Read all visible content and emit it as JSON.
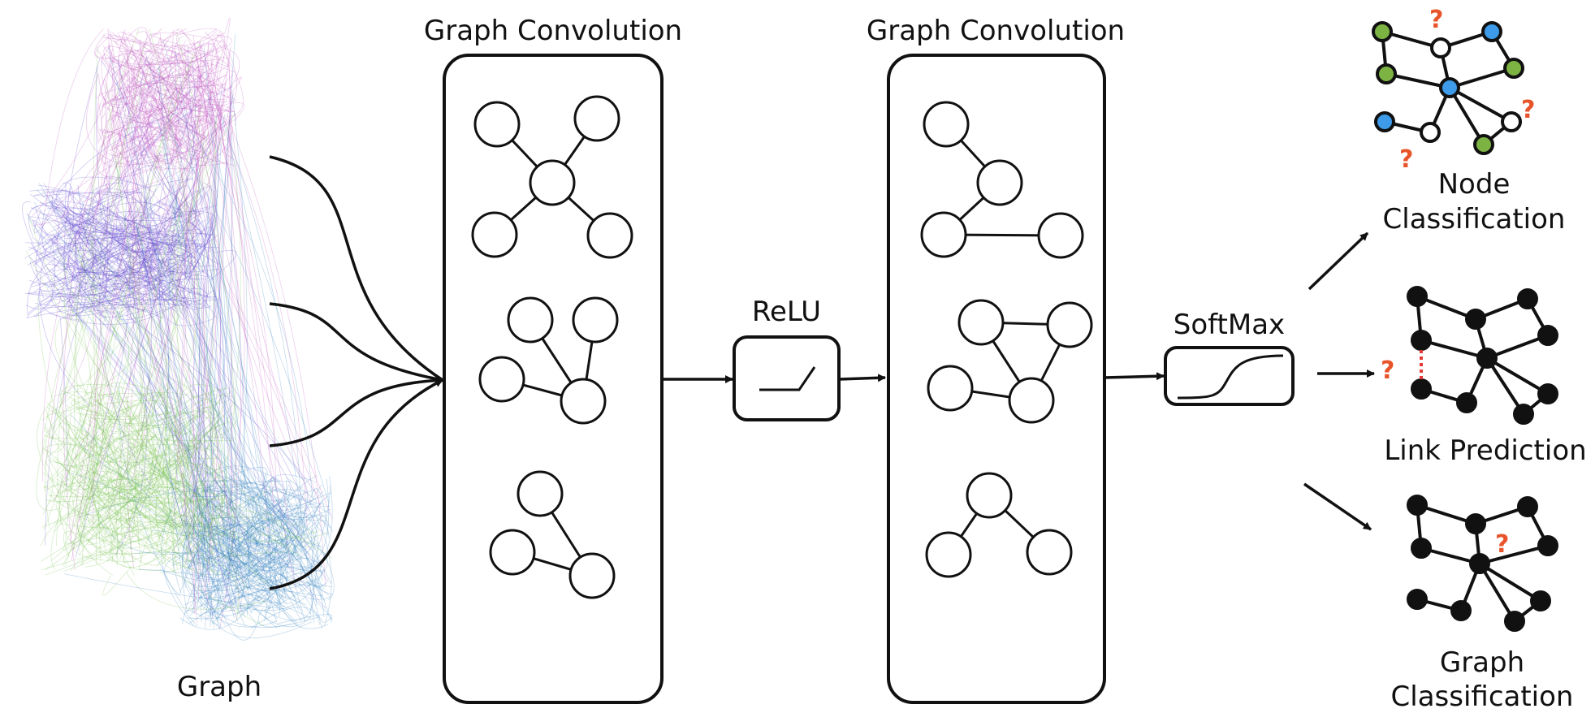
{
  "labels": {
    "graph": "Graph",
    "conv1": "Graph Convolution",
    "conv2": "Graph Convolution",
    "relu": "ReLU",
    "softmax": "SoftMax",
    "node_classification_line1": "Node",
    "node_classification_line2": "Classification",
    "link_prediction": "Link Prediction",
    "graph_classification_line1": "Graph",
    "graph_classification_line2": "Classification",
    "question_mark": "?"
  },
  "colors": {
    "ink": "#111111",
    "node_green": "#7cb342",
    "node_blue": "#3d9be9",
    "node_white": "#ffffff",
    "question_orange": "#e8542a",
    "link_dotted_red": "#e53935",
    "graph_magenta": "#c04fc0",
    "graph_purple": "#5a3fd0",
    "graph_green": "#6fbd45",
    "graph_blue": "#2f7fc0"
  }
}
